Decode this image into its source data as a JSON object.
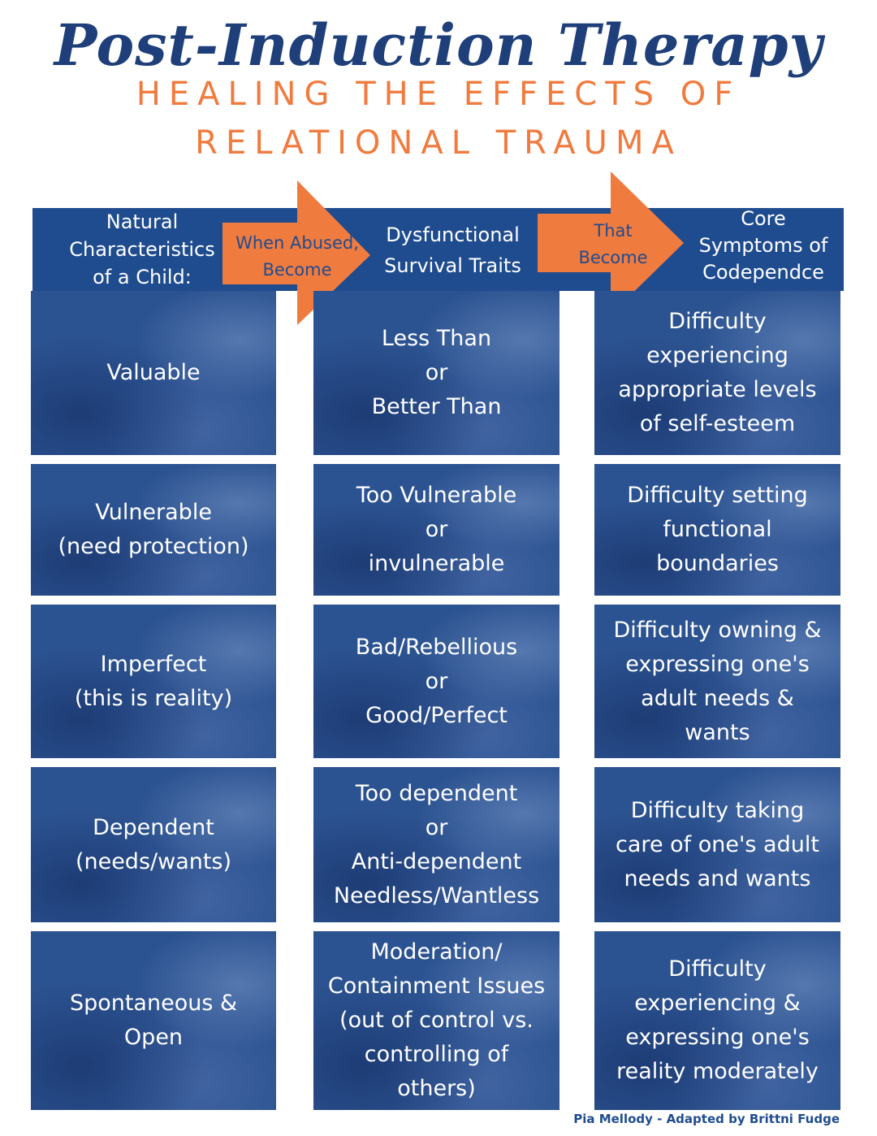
{
  "header": {
    "title": "Post-Induction Therapy",
    "subtitle_line1": "HEALING THE EFFECTS OF",
    "subtitle_line2": "RELATIONAL TRAUMA"
  },
  "columns": {
    "col1_header": "Natural\nCharacteristics\nof a Child:",
    "arrow1_label": "When Abused,\nBecome",
    "col2_header": "Dysfunctional\nSurvival Traits",
    "arrow2_label": "That\nBecome",
    "col3_header": "Core\nSymptoms of\nCodependce"
  },
  "rows": [
    {
      "natural": "Valuable",
      "survival": "Less Than\nor\nBetter Than",
      "symptom": "Difficulty\nexperiencing\nappropriate levels\nof self-esteem"
    },
    {
      "natural": "Vulnerable\n(need protection)",
      "survival": "Too Vulnerable\nor\ninvulnerable",
      "symptom": "Difficulty setting\nfunctional\nboundaries"
    },
    {
      "natural": "Imperfect\n(this is reality)",
      "survival": "Bad/Rebellious\nor\nGood/Perfect",
      "symptom": "Difficulty owning &\nexpressing one's\nadult needs &\nwants"
    },
    {
      "natural": "Dependent\n(needs/wants)",
      "survival": "Too dependent\nor\nAnti-dependent\nNeedless/Wantless",
      "symptom": "Difficulty taking\ncare of one's adult\nneeds and wants"
    },
    {
      "natural": "Spontaneous &\nOpen",
      "survival": "Moderation/\nContainment Issues\n(out of control vs.\ncontrolling of\nothers)",
      "symptom": "Difficulty\nexperiencing &\nexpressing one's\nreality moderately"
    }
  ],
  "footer": {
    "credit": "Pia Mellody - Adapted by Brittni Fudge"
  },
  "colors": {
    "navy": "#1f4c8f",
    "cell_blue": "#2c5391",
    "orange": "#f07b3f",
    "title_navy": "#1f3f7a"
  }
}
